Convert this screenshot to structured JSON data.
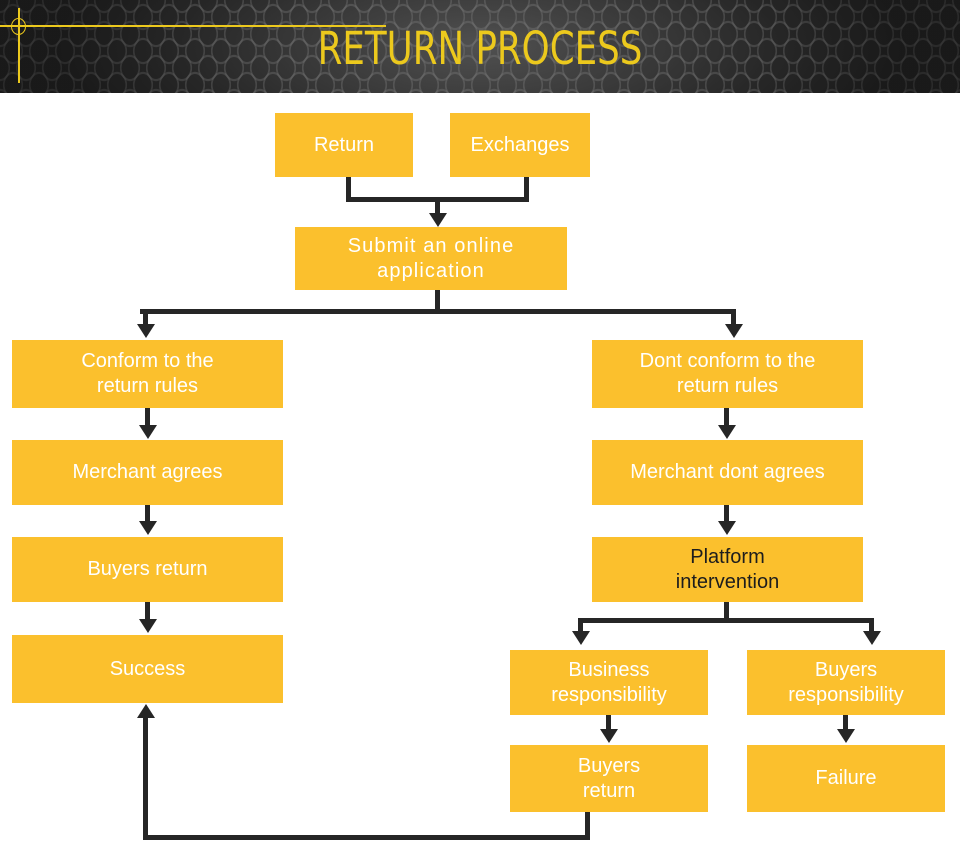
{
  "header": {
    "title": "RETURN PROCESS",
    "title_color": "#ecc91d",
    "background_color": "#2c2c2c",
    "decoration": {
      "circle": "corner-circle-marker",
      "horizontal_rule": "corner-horizontal-rule",
      "vertical_rule": "corner-vertical-rule"
    }
  },
  "flowchart": {
    "node_fill_color": "#fbc02d",
    "node_text_color": "#ffffff",
    "connector_color": "#262626",
    "nodes": [
      {
        "id": "return",
        "label": "Return"
      },
      {
        "id": "exchanges",
        "label": "Exchanges"
      },
      {
        "id": "submit",
        "label": "Submit an online application"
      },
      {
        "id": "conform",
        "label": "Conform to the return rules"
      },
      {
        "id": "merchant-agrees",
        "label": "Merchant agrees"
      },
      {
        "id": "buyers-return-left",
        "label": "Buyers return"
      },
      {
        "id": "success",
        "label": "Success"
      },
      {
        "id": "dont-conform",
        "label": "Dont conform to the return rules"
      },
      {
        "id": "merchant-dont-agrees",
        "label": "Merchant dont agrees"
      },
      {
        "id": "platform-intervention",
        "label": "Platform intervention",
        "text_color": "#1d1d1d"
      },
      {
        "id": "business-responsibility",
        "label": "Business responsibility"
      },
      {
        "id": "buyers-responsibility",
        "label": "Buyers responsibility"
      },
      {
        "id": "buyers-return-right",
        "label": "Buyers return"
      },
      {
        "id": "failure",
        "label": "Failure"
      }
    ],
    "node_labels": {
      "return": "Return",
      "exchanges": "Exchanges",
      "submit_line1": "Submit an online",
      "submit_line2": "application",
      "conform_line1": "Conform to the",
      "conform_line2": "return rules",
      "merchant_agrees": "Merchant agrees",
      "buyers_return_left": "Buyers return",
      "success": "Success",
      "dont_conform_line1": "Dont conform to the",
      "dont_conform_line2": "return rules",
      "merchant_dont_agrees": "Merchant dont agrees",
      "platform_line1": "Platform",
      "platform_line2": "intervention",
      "business_line1": "Business",
      "business_line2": "responsibility",
      "buyers_resp_line1": "Buyers",
      "buyers_resp_line2": "responsibility",
      "buyers_return_right_line1": "Buyers",
      "buyers_return_right_line2": "return",
      "failure": "Failure"
    },
    "edges": [
      {
        "from": "return",
        "to": "submit"
      },
      {
        "from": "exchanges",
        "to": "submit"
      },
      {
        "from": "submit",
        "to": "conform"
      },
      {
        "from": "submit",
        "to": "dont-conform"
      },
      {
        "from": "conform",
        "to": "merchant-agrees"
      },
      {
        "from": "merchant-agrees",
        "to": "buyers-return-left"
      },
      {
        "from": "buyers-return-left",
        "to": "success"
      },
      {
        "from": "dont-conform",
        "to": "merchant-dont-agrees"
      },
      {
        "from": "merchant-dont-agrees",
        "to": "platform-intervention"
      },
      {
        "from": "platform-intervention",
        "to": "business-responsibility"
      },
      {
        "from": "platform-intervention",
        "to": "buyers-responsibility"
      },
      {
        "from": "business-responsibility",
        "to": "buyers-return-right"
      },
      {
        "from": "buyers-responsibility",
        "to": "failure"
      },
      {
        "from": "buyers-return-right",
        "to": "success"
      }
    ]
  }
}
